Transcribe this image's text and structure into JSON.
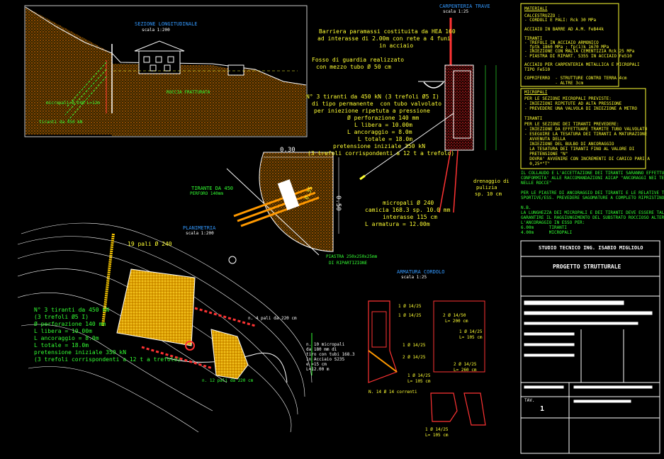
{
  "sections": {
    "cross_section_title": "SEZIONE LONGITUDINALE",
    "cross_section_scale": "scala 1:200",
    "head_beam_title": "CARPENTERIA TRAVE",
    "head_beam_scale": "scala 1:25",
    "plan_title": "PLANIMETRIA",
    "plan_scale": "scala 1:200",
    "reinforcement_title": "ARMATURA CORDOLO",
    "reinforcement_scale": "scala 1:25",
    "anchor_detail_label": "TIRANTE DA 450",
    "anchor_detail_sub": "PERFORO 140mm"
  },
  "cross_section_labels": {
    "rock_label": "ROCCIA FRATTURATA",
    "micropiles_label": "micropali Ø 240 L=12m",
    "anchors_label": "tiranti da 450 kN"
  },
  "barrier_note": [
    "Barriera paramassi costituita da HEA 160",
    "ad interasse di 2.00m con rete a 4 funi",
    "in acciaio"
  ],
  "ditch_note": [
    "Fosso di guardia realizzato",
    "con mezzo tubo Ø 50 cm"
  ],
  "anchor_note_main": [
    "N° 3 tiranti da 450 kN (3 trefoli Ø5 I)",
    "di tipo permanente  con tubo valvolato",
    "per iniezione ripetuta a pressione",
    "Ø perforazione 140 mm",
    "L libera = 10.00m",
    "L ancoraggio = 8.0m",
    "L totale = 18.0m",
    "pretensione iniziale 350 kN",
    "(3 trefoli corrispondenti a 12 t a trefolo)"
  ],
  "micropile_note": [
    "micropali Ø 240",
    "camicia 168.3 sp. 10.0 mm",
    "interasse 115 cm",
    "L armatura = 12.00m"
  ],
  "drain_note": [
    "drenaggio di",
    "pulizia",
    "sp. 10 cm"
  ],
  "plate_note": [
    "PIASTRA 250x250x25mm",
    "DI RIPARTIZIONE"
  ],
  "plan_labels": {
    "piles_top": "19 pali Ø 240",
    "piles_right": "n. 4 pali da 220 cm",
    "piles_bottom": "n. 12 pali da 220 cm",
    "micropile_tag": [
      "n. 10 micropali",
      "da 180 mm di",
      "tiro con tubi 168.3",
      "in Acciaio S235",
      "e =15 cm",
      "L=12.00 m"
    ]
  },
  "plan_anchor_note": [
    "N° 3 tiranti da 450 kN",
    "(3 trefoli Ø5 I)",
    "Ø perforazione 140 mm",
    "L libera = 10.00m",
    "L ancoraggio = 8.0m",
    "L totale = 18.0m",
    "pretensione iniziale 350 kN",
    "(3 trefoli corrispondenti a 12 t a trefolo)"
  ],
  "dim_labels": {
    "w030": "0.30",
    "h050": "0.50",
    "d035": "0.35"
  },
  "reinf_labels": [
    "1 Ø 14/25",
    "1 Ø 14/25",
    "2 Ø 14/50",
    "L= 200 cm",
    "1 Ø 14/25",
    "L= 105 cm",
    "2 Ø 14/25",
    "L= 260 cm",
    "1 Ø 14/25",
    "2 Ø 14/25",
    "1 Ø 14/25",
    "L= 105 cm",
    "N. 14 Ø 14 correnti",
    "1 Ø 14/25",
    "L= 105 cm"
  ],
  "materials": {
    "heading": "MATERIALI",
    "lines": [
      "CALCESTRUZZO :",
      "- CORDOLI E PALI: Rck 30 MPa",
      "",
      "ACCIAIO IN BARRE AD A.M. FeB44k",
      "",
      "TIRANTI",
      "- TREFOLI IN ACCIAIO ARMONICO",
      "  fptk 1860 MPa ; fp(1)k 1670 MPa",
      "- INIEZIONE CON MALTA CEMENTIZIA Rck 25 MPa",
      "- PIASTRA DI RIPART. S355 IN ACCIAIO Fe510",
      "",
      "ACCIAIO PER CARPENTERIA METALLICA E MICROPALI",
      "TIPO Fe510",
      "",
      "COPRIFERRO  - STRUTTURE CONTRO TERRA 4cm",
      "            - ALTRE 3cm"
    ]
  },
  "micropali_box": {
    "heading": "MICROPALI",
    "lines": [
      "PER LE SEZIONI MICROPALI PREVISTE:",
      "- INIEZIONI RIPETUTE AD ALTA PRESSIONE",
      "- PREVEDERE UNA VALVOLA DI INIEZIONE A METRO",
      "",
      "TIRANTI",
      "PER LE SEZIONI DEI TIRANTI PREVEDERE:",
      "- INIEZIONE DA EFFETTUARE TRAMITE TUBO VALVOLATO",
      "- ESEGUIRE LA TESATURA DEI TIRANTI A MATURAZIONE",
      "  AVVENUTA DELLA",
      "  INIEZIONE DEL BULBO DI ANCORAGGIO",
      "  LA TESATURA DEI TIRANTI FINO AL VALORE DI",
      "  PRETENSIONE \"N\"",
      "  DOVRA' AVVENIRE CON INCREMENTI DI CARICO PARI A",
      "  0,25*\"T\""
    ]
  },
  "side_notes": [
    "IL COLLAUDO E L'ACCETTAZIONE DEI TIRANTI SARANNO EFFETTUATI IN",
    "CONFORMITA' ALLE RACCOMANDAZIONI AICAP \"ANCORAGGI NEI TERRENI E",
    "NELLE ROCCE\"",
    "",
    "PER LE PIASTRE DI ANCORAGGIO DEI TIRANTI E LE RELATIVE TRAVI IN",
    "SPORTIVE/ESS. PREVEDERE SAGOMATURE A COMPLETO RIPRISTINO",
    "",
    "N.B.",
    "LA LUNGHEZZA DEI MICROPALI E DEI TIRANTI DEVE ESSERE TALE DA",
    "GARANTIRE IL RAGGIUNGIMENTO DEL SUBSTRATO ROCCIOSO ALTERATO E",
    "L'ANCORAGGIO IN ESSO PER:",
    "6.00m      TIRANTI",
    "4.00m      MICROPALI"
  ],
  "title_block": {
    "firm": "STUDIO TECNICO ING. ISABIO MIGLIOLO",
    "project": "PROGETTO STRUTTURALE",
    "tav_label": "TAV.",
    "tav_number": "1"
  }
}
